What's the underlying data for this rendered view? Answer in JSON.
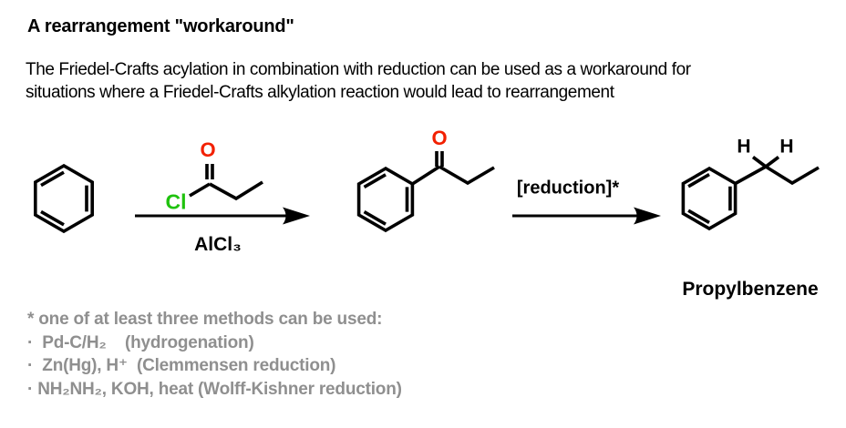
{
  "header": {
    "title": "A rearrangement \"workaround\"",
    "description_line1": "The Friedel-Crafts acylation in combination with reduction can be used as a workaround for",
    "description_line2": "situations where a Friedel-Crafts alkylation reaction would lead to rearrangement"
  },
  "scheme": {
    "reactant_name": "benzene",
    "step1": {
      "reagent_name": "propanoyl chloride",
      "chlorine_label": "Cl",
      "oxygen_label": "O",
      "catalyst_label": "AlCl₃"
    },
    "intermediate": {
      "name": "propiophenone",
      "oxygen_label": "O"
    },
    "step2": {
      "condition_label": "[reduction]*"
    },
    "product": {
      "name_label": "Propylbenzene",
      "h_left_label": "H",
      "h_right_label": "H"
    }
  },
  "footnotes": {
    "intro": "* one of at least three methods can be used:",
    "methods": [
      "·  Pd-C/H₂    (hydrogenation)",
      "·  Zn(Hg), H⁺  (Clemmensen reduction)",
      "· NH₂NH₂, KOH, heat (Wolff-Kishner reduction)"
    ]
  },
  "colors": {
    "oxygen_red": "#f22000",
    "chlorine_green": "#1fc20e",
    "footnote_gray": "#8f8f8f",
    "bond_black": "#000000"
  }
}
